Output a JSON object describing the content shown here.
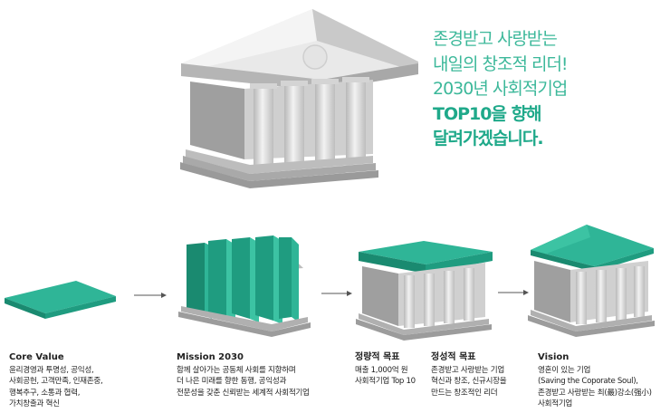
{
  "headline": {
    "lines": [
      "존경받고 사랑받는",
      "내일의 창조적 리더!",
      "2030년 사회적기업"
    ],
    "bold_lines": [
      "TOP10을 향해",
      "달려가겠습니다."
    ]
  },
  "stages": [
    {
      "title": "Core Value",
      "lines": [
        "윤리경영과 투명성, 공익성,",
        "사회공헌, 고객만족, 인재존중,",
        "행복추구, 소통과 협력,",
        "가치창출과 혁신"
      ]
    },
    {
      "title": "Mission 2030",
      "lines": [
        "함께 살아가는 공동체 사회를 지향하며",
        "더 나은 미래를 향한 동행, 공익성과",
        "전문성을 갖춘 신뢰받는 세계적 사회적기업"
      ]
    },
    {
      "title": "정량적 목표",
      "lines": [
        "매출 1,000억 원",
        "사회적기업 Top 10"
      ]
    },
    {
      "title": "정성적 목표",
      "lines": [
        "존경받고 사랑받는 기업",
        "혁신과 창조, 신규시장을",
        "만드는 창조적인 리더"
      ]
    },
    {
      "title": "Vision",
      "lines": [
        "영혼이 있는 기업",
        "(Saving the Coporate Soul),",
        "존경받고 사랑받는 최(最)강소(强小)",
        "사회적기업"
      ]
    }
  ],
  "colors": {
    "teal": "#2fb597",
    "teal_dark": "#1f9c80",
    "stone": "#d9d9d9",
    "stone_dark": "#9b9b9b",
    "text_accent": "#3cb89a"
  }
}
